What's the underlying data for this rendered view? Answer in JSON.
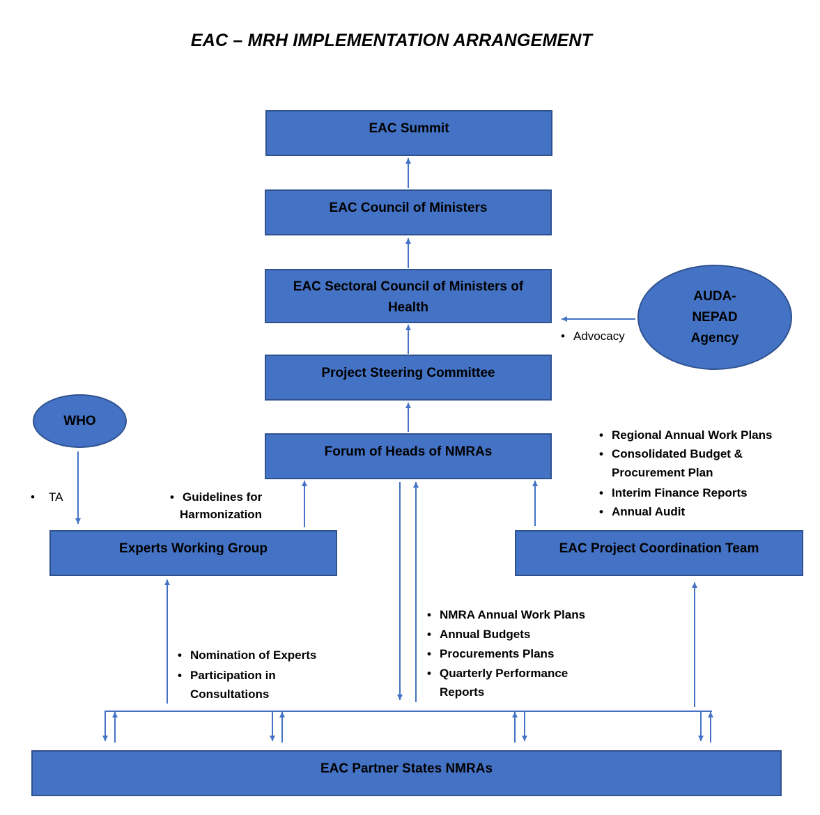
{
  "title": "EAC – MRH IMPLEMENTATION ARRANGEMENT",
  "colors": {
    "box_fill": "#4472C4",
    "box_border": "#2F528F",
    "arrow": "#4472C4"
  },
  "boxes": {
    "summit": "EAC Summit",
    "council": "EAC Council of Ministers",
    "sectoral_line1": "EAC Sectoral Council of Ministers of",
    "sectoral_line2": "Health",
    "steering": "Project Steering Committee",
    "forum": "Forum of Heads of NMRAs",
    "experts": "Experts Working Group",
    "coordination": "EAC Project Coordination Team",
    "partner_states": "EAC Partner States NMRAs"
  },
  "ellipses": {
    "who": "WHO",
    "auda_line1": "AUDA-",
    "auda_line2": "NEPAD",
    "auda_line3": "Agency"
  },
  "labels": {
    "advocacy": [
      "Advocacy"
    ],
    "ta": [
      "TA"
    ],
    "guidelines": [
      "Guidelines for",
      "Harmonization"
    ],
    "coordination_outputs": [
      "Regional Annual Work Plans",
      "Consolidated Budget &",
      "Procurement Plan",
      "Interim Finance Reports",
      "Annual Audit"
    ],
    "nomination": [
      "Nomination of Experts",
      "Participation in",
      "Consultations"
    ],
    "nmra_outputs": [
      "NMRA Annual Work Plans",
      "Annual Budgets",
      "Procurements Plans",
      "Quarterly Performance",
      "Reports"
    ]
  }
}
